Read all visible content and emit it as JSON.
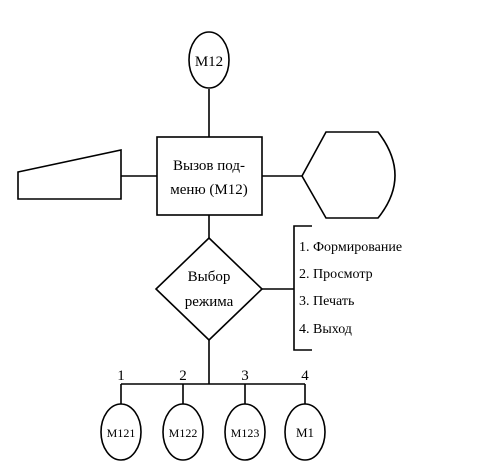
{
  "top_connector": {
    "label": "M12"
  },
  "process_box": {
    "line1": "Вызов под-",
    "line2": "меню (M12)"
  },
  "decision": {
    "line1": "Выбор",
    "line2": "режима"
  },
  "menu_options": [
    "1. Формирование",
    "2. Просмотр",
    "3. Печать",
    "4. Выход"
  ],
  "branch_numbers": [
    "1",
    "2",
    "3",
    "4"
  ],
  "bottom_connectors": [
    "M121",
    "M122",
    "M123",
    "M1"
  ]
}
